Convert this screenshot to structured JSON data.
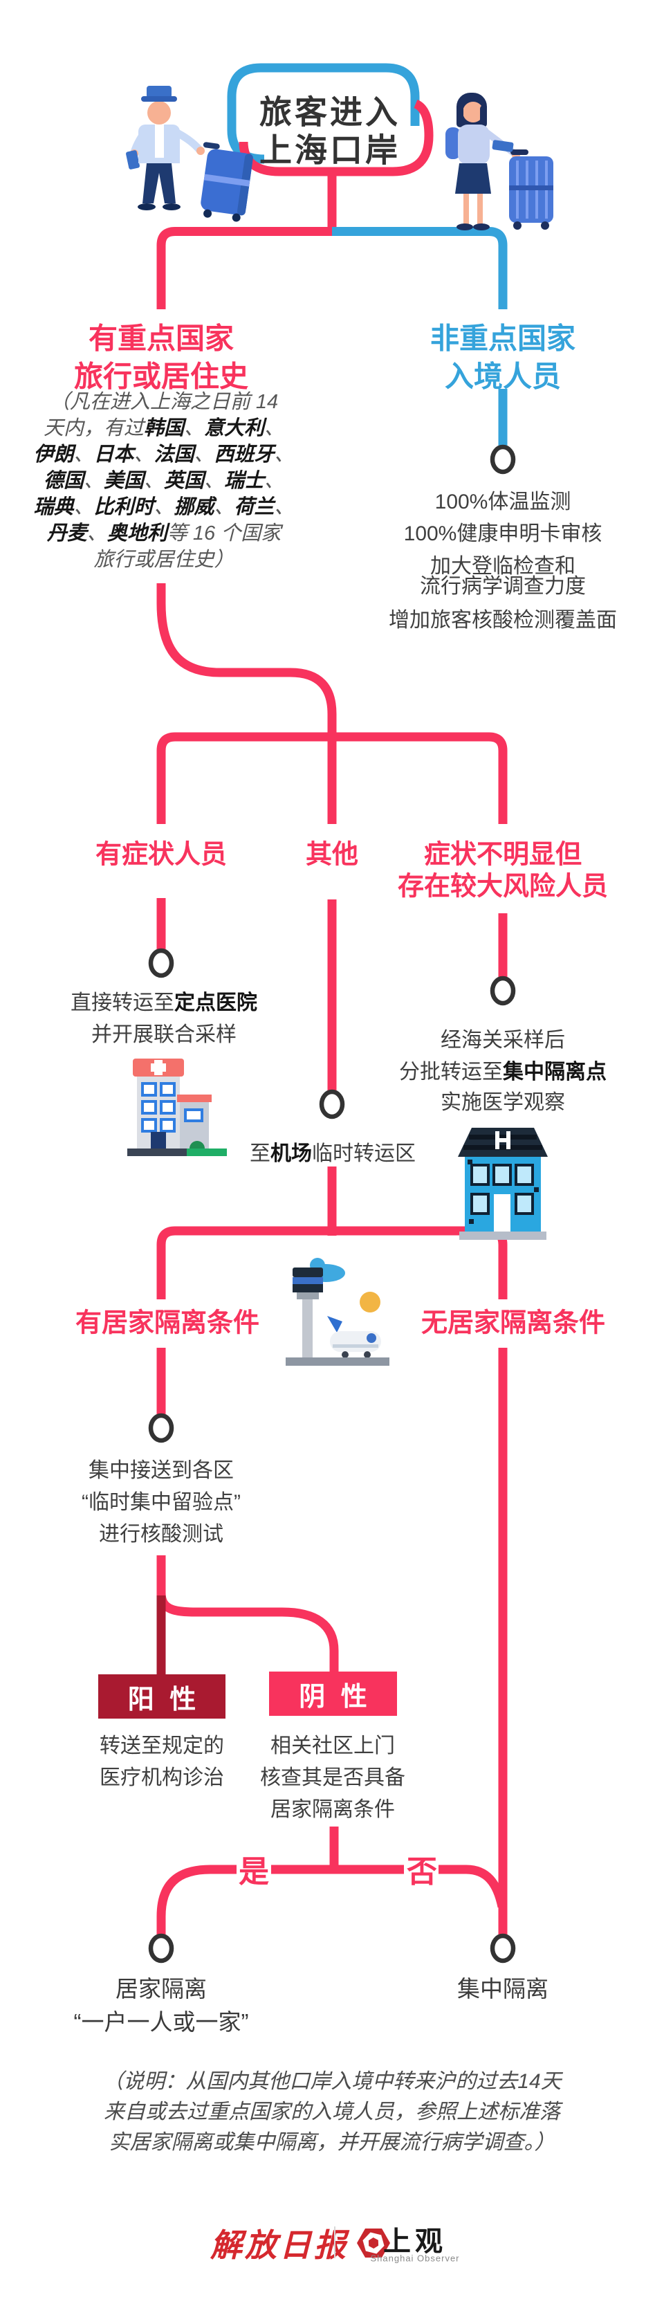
{
  "colors": {
    "pink": "#F8335D",
    "blue": "#35A3DB",
    "dark_red": "#A91A30",
    "text_dark": "#3F3F3F",
    "note_gray": "#575757",
    "footer_red": "#D5282E"
  },
  "title": {
    "line1": "旅客进入",
    "line2": "上海口岸"
  },
  "left_branch": {
    "label1": "有重点国家",
    "label2": "旅行或居住史",
    "note": [
      [
        {
          "t": "（凡在进入上海之日前 14"
        }
      ],
      [
        {
          "t": "天内，有过"
        },
        {
          "t": "韩国",
          "b": true
        },
        {
          "t": "、"
        },
        {
          "t": "意大利",
          "b": true
        },
        {
          "t": "、"
        }
      ],
      [
        {
          "t": "伊朗",
          "b": true
        },
        {
          "t": "、"
        },
        {
          "t": "日本",
          "b": true
        },
        {
          "t": "、"
        },
        {
          "t": "法国",
          "b": true
        },
        {
          "t": "、"
        },
        {
          "t": "西班牙",
          "b": true
        },
        {
          "t": "、"
        }
      ],
      [
        {
          "t": "德国",
          "b": true
        },
        {
          "t": "、"
        },
        {
          "t": "美国",
          "b": true
        },
        {
          "t": "、"
        },
        {
          "t": "英国",
          "b": true
        },
        {
          "t": "、"
        },
        {
          "t": "瑞士",
          "b": true
        },
        {
          "t": "、"
        }
      ],
      [
        {
          "t": "瑞典",
          "b": true
        },
        {
          "t": "、"
        },
        {
          "t": "比利时",
          "b": true
        },
        {
          "t": "、"
        },
        {
          "t": "挪威",
          "b": true
        },
        {
          "t": "、"
        },
        {
          "t": "荷兰",
          "b": true
        },
        {
          "t": "、"
        }
      ],
      [
        {
          "t": "丹麦",
          "b": true
        },
        {
          "t": "、"
        },
        {
          "t": "奥地利",
          "b": true
        },
        {
          "t": "等 16 个国家"
        }
      ],
      [
        {
          "t": "旅行或居住史）"
        }
      ]
    ]
  },
  "right_branch": {
    "label1": "非重点国家",
    "label2": "入境人员",
    "measures": [
      "100%体温监测",
      "100%健康申明卡审核",
      "加大登临检查和",
      "流行病学调查力度",
      "增加旅客核酸检测覆盖面"
    ]
  },
  "triage": {
    "symptomatic_label": "有症状人员",
    "other_label": "其他",
    "risk_label1": "症状不明显但",
    "risk_label2": "存在较大风险人员",
    "symptomatic_action_line1": [
      {
        "t": "直接转运至"
      },
      {
        "t": "定点医院",
        "b": true
      }
    ],
    "symptomatic_action_line2": "并开展联合采样",
    "other_action": [
      {
        "t": "至"
      },
      {
        "t": "机场",
        "b": true
      },
      {
        "t": "临时转运区"
      }
    ],
    "risk_action_line1": "经海关采样后",
    "risk_action_line2": [
      {
        "t": "分批转运至"
      },
      {
        "t": "集中隔离点",
        "b": true
      }
    ],
    "risk_action_line3": "实施医学观察"
  },
  "quarantine": {
    "home_ok_label": "有居家隔离条件",
    "home_no_label": "无居家隔离条件",
    "home_ok_steps": [
      "集中接送到各区",
      "“临时集中留验点”",
      "进行核酸测试"
    ]
  },
  "test": {
    "positive_label": "阳 性",
    "positive_lines": [
      "转送至规定的",
      "医疗机构诊治"
    ],
    "negative_label": "阴 性",
    "negative_lines": [
      "相关社区上门",
      "核查其是否具备",
      "居家隔离条件"
    ],
    "yes_label": "是",
    "no_label": "否"
  },
  "outcome": {
    "home1": "居家隔离",
    "home2": "“一户一人或一家”",
    "central": "集中隔离"
  },
  "footnote": [
    "（说明：从国内其他口岸入境中转来沪的过去14天",
    "来自或去过重点国家的入境人员，参照上述标准落",
    "实居家隔离或集中隔离，并开展流行病学调查。）"
  ],
  "footer": {
    "paper": "解放日报",
    "brand": "上观",
    "brand_sub": "Shanghai Observer"
  },
  "icons": {
    "traveler_left": "male-traveler-icon",
    "traveler_right": "female-traveler-icon",
    "designated_hospital": "hospital-building-icon",
    "quarantine_point": "quarantine-hospital-icon",
    "airport": "airport-tower-icon",
    "node": "node-circle-icon",
    "newspaper_logo": "jiefang-daily-logo",
    "observer_logo": "shanghai-observer-hexagon-logo"
  }
}
